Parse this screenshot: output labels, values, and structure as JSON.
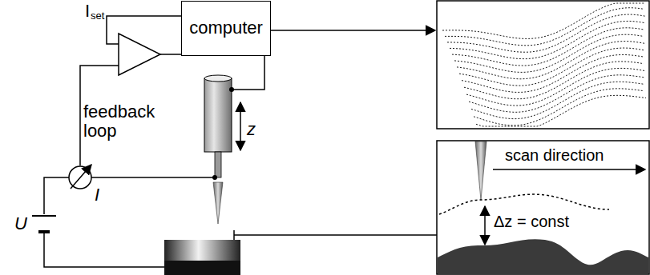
{
  "diagram": {
    "nodes": [
      {
        "text": [
          "computer"
        ]
      }
    ],
    "labels": [
      "I",
      "set",
      "feedback loop",
      "z",
      "I",
      "U",
      "scan direction",
      "Δz = const"
    ]
  }
}
